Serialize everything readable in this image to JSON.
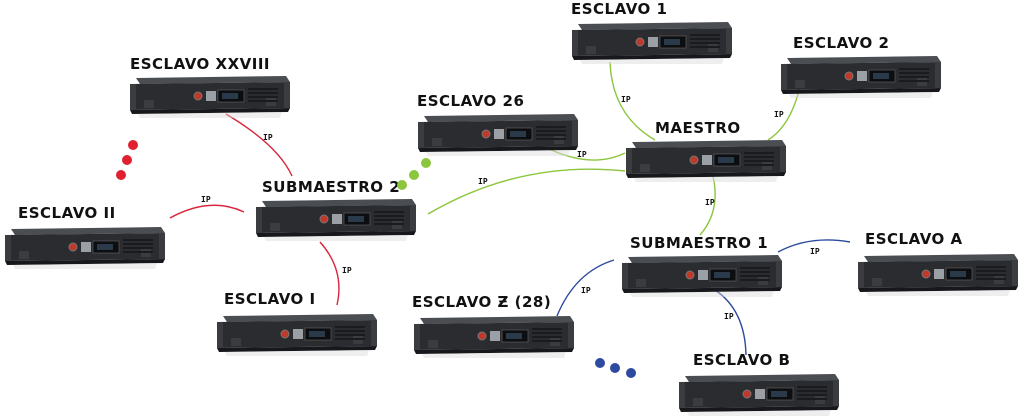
{
  "colors": {
    "green_link": "#8cc63f",
    "red_link": "#d7263d",
    "blue_link": "#2e4a9e",
    "green_dot": "#8cc63f",
    "red_dot": "#e0202e",
    "blue_dot": "#2e4a9e",
    "chassis": "#2a2c30",
    "label_text": "#111111"
  },
  "link_label": "IP",
  "nodes": {
    "maestro": "MAESTRO",
    "submaestro1": "SUBMAESTRO 1",
    "submaestro2": "SUBMAESTRO 2",
    "esclavo1": "ESCLAVO 1",
    "esclavo2": "ESCLAVO 2",
    "esclavo26": "ESCLAVO 26",
    "esclavo_xxviii": "ESCLAVO XXVIII",
    "esclavo_ii": "ESCLAVO II",
    "esclavo_i": "ESCLAVO I",
    "esclavo_z": "ESCLAVO Ƶ (28)",
    "esclavo_a": "ESCLAVO A",
    "esclavo_b": "ESCLAVO B"
  }
}
